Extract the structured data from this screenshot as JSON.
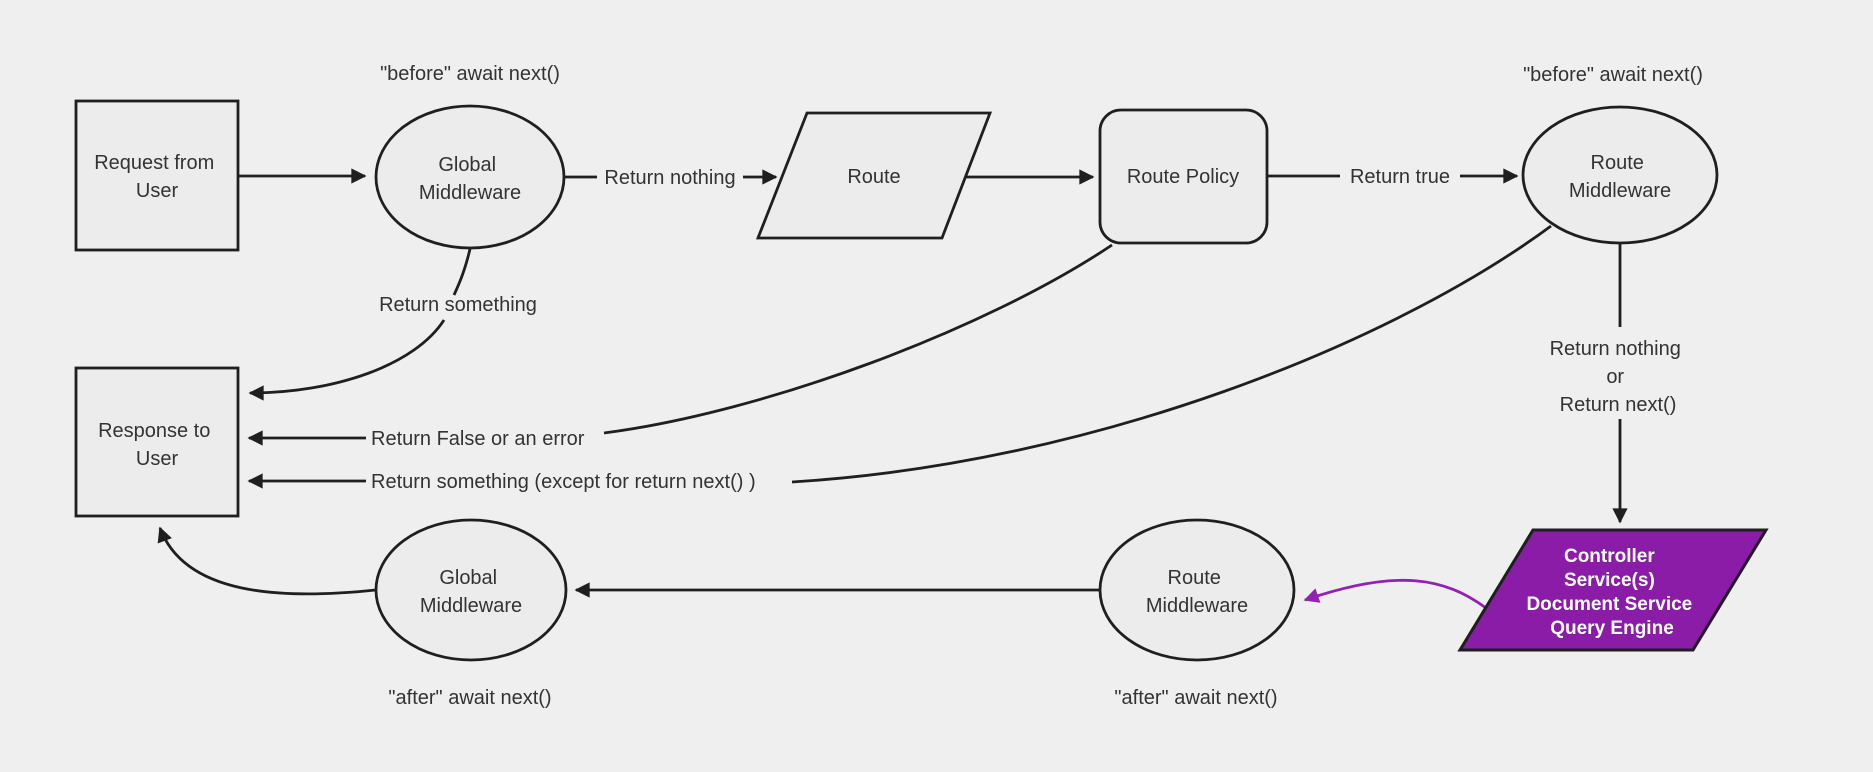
{
  "colors": {
    "background": "#efefef",
    "node_fill": "#ececec",
    "node_border": "#1f1f1f",
    "text": "#333333",
    "purple_fill": "#8a1ca8",
    "purple_arrow": "#9222b5",
    "purple_text": "#ffffff"
  },
  "nodes": {
    "request_from_user": {
      "lines": [
        "Request from",
        "User"
      ]
    },
    "global_middleware_before": {
      "lines": [
        "Global",
        "Middleware"
      ]
    },
    "route": {
      "label": "Route"
    },
    "route_policy": {
      "label": "Route Policy"
    },
    "route_middleware_before": {
      "lines": [
        "Route",
        "Middleware"
      ]
    },
    "response_to_user": {
      "lines": [
        "Response to",
        "User"
      ]
    },
    "global_middleware_after": {
      "lines": [
        "Global",
        "Middleware"
      ]
    },
    "route_middleware_after": {
      "lines": [
        "Route",
        "Middleware"
      ]
    },
    "controller": {
      "lines": [
        "Controller",
        "Service(s)",
        "Document Service",
        "Query Engine"
      ]
    }
  },
  "edge_labels": {
    "return_nothing": "Return nothing",
    "return_true": "Return true",
    "return_something": "Return something",
    "return_false_or_error": "Return False or an error",
    "return_something_except": "Return something (except for return next() )",
    "return_nothing_or_next": [
      "Return nothing",
      "or",
      "Return next()"
    ]
  },
  "annotations": {
    "before_await_left": "\"before\" await next()",
    "before_await_right": "\"before\" await next()",
    "after_await_left": "\"after\" await next()",
    "after_await_right": "\"after\" await next()"
  }
}
